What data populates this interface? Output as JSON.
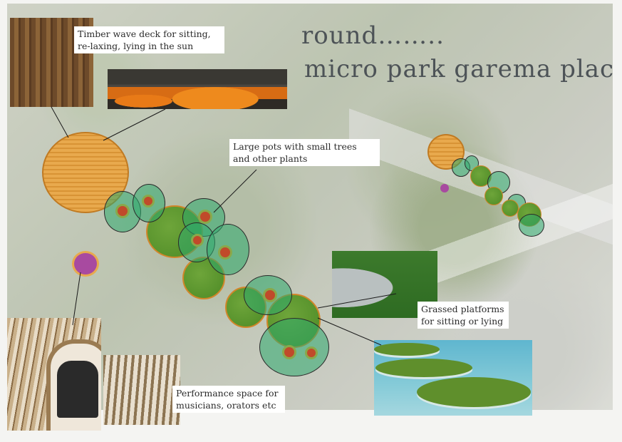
{
  "title": {
    "line1": "round……..",
    "line2": "micro  park    garema place"
  },
  "labels": {
    "timber_deck": "Timber wave deck for sitting, re-laxing, lying in the sun",
    "large_pots": "Large pots with small trees and other plants",
    "grassed_platforms": "Grassed platforms for sitting or lying",
    "performance_space": "Performance space for musicians, orators  etc"
  },
  "colors": {
    "title": "#4d5357",
    "deck": "#e8a94d",
    "lawn": "#5a9430",
    "pot": "#2eaa6e",
    "label_bg": "#ffffff"
  }
}
